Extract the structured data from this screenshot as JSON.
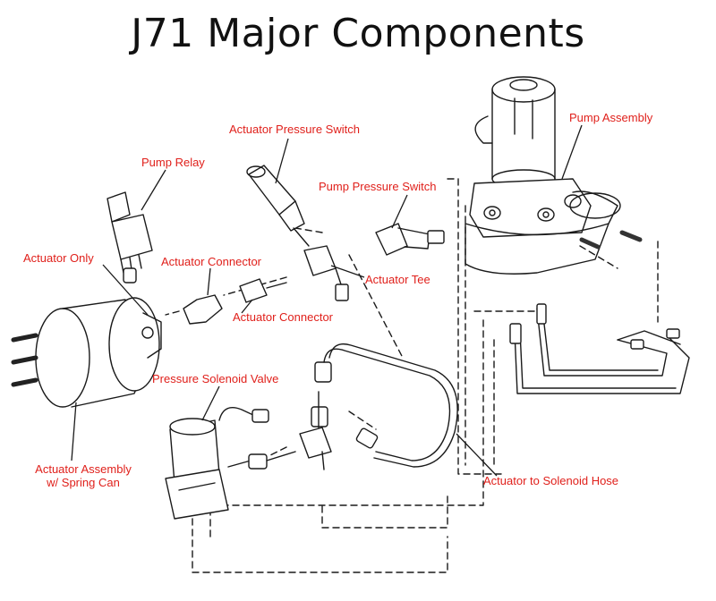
{
  "title": "J71 Major Components",
  "colors": {
    "label": "#e0201b",
    "line": "#1a1a1a"
  },
  "labels": {
    "actuator_pressure_switch": "Actuator Pressure Switch",
    "pump_assembly": "Pump Assembly",
    "pump_relay": "Pump Relay",
    "pump_pressure_switch": "Pump Pressure Switch",
    "actuator_only": "Actuator Only",
    "actuator_connector_1": "Actuator Connector",
    "actuator_tee": "Actuator Tee",
    "actuator_connector_2": "Actuator Connector",
    "pressure_solenoid_valve": "Pressure Solenoid Valve",
    "actuator_assembly_line1": "Actuator Assembly",
    "actuator_assembly_line2": "w/ Spring Can",
    "actuator_to_solenoid_hose": "Actuator to Solenoid Hose"
  }
}
